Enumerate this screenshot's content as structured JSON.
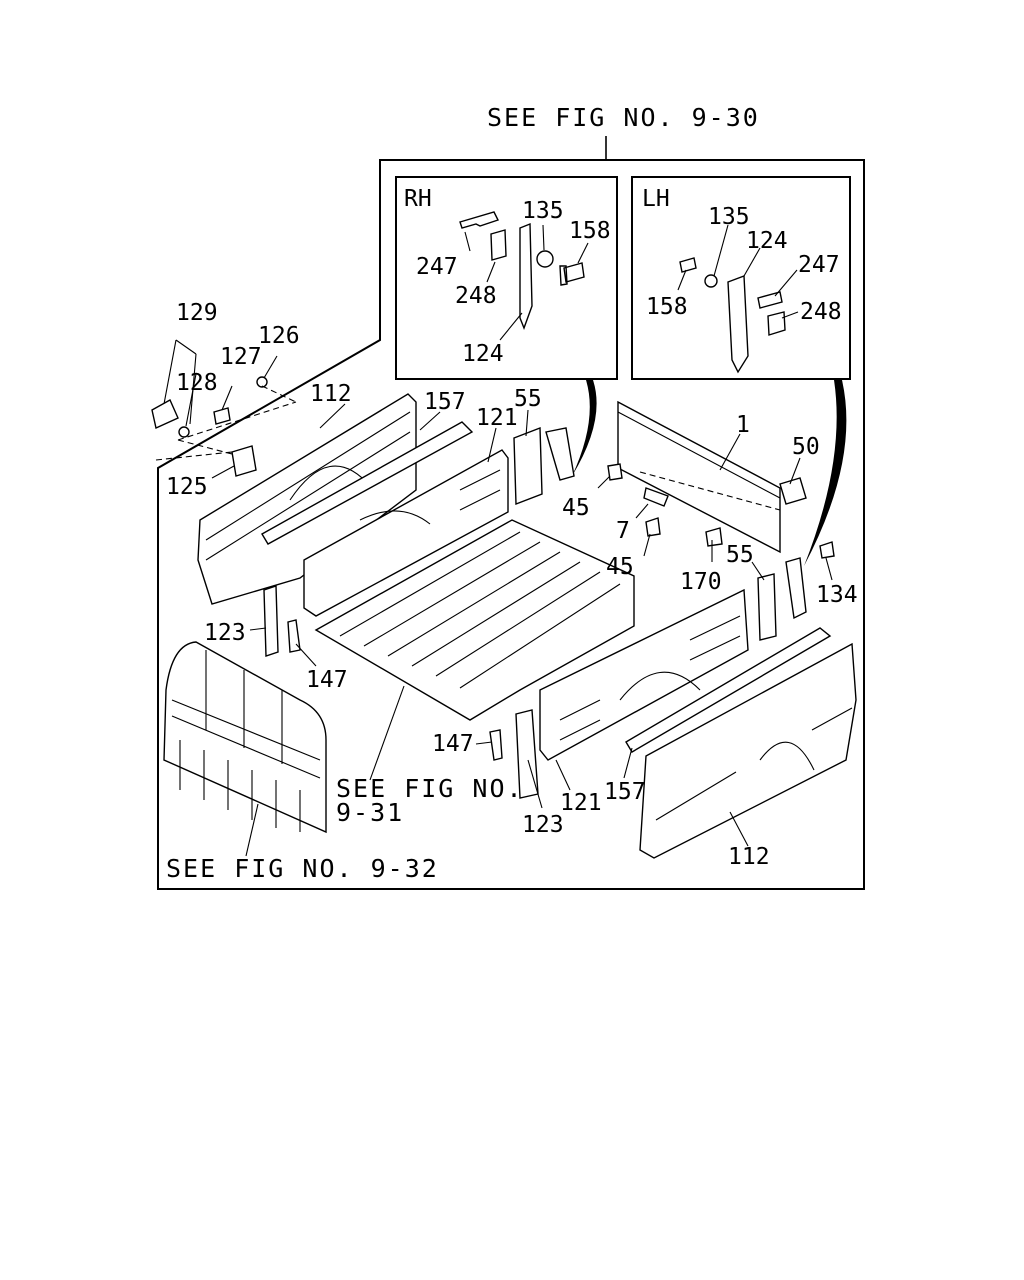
{
  "references": {
    "fig_9_30": "SEE FIG NO. 9-30",
    "fig_9_31_line1": "SEE FIG NO.",
    "fig_9_31_line2": "9-31",
    "fig_9_32": "SEE FIG NO. 9-32"
  },
  "insets": {
    "rh": {
      "title": "RH",
      "labels": {
        "p247": "247",
        "p248": "248",
        "p135": "135",
        "p158": "158",
        "p124": "124"
      }
    },
    "lh": {
      "title": "LH",
      "labels": {
        "p135": "135",
        "p124": "124",
        "p158": "158",
        "p247": "247",
        "p248": "248"
      }
    }
  },
  "callouts": {
    "c129": "129",
    "c126": "126",
    "c127": "127",
    "c128": "128",
    "c125": "125",
    "c112_left": "112",
    "c157_left": "157",
    "c121_left": "121",
    "c55_left": "55",
    "c45_top": "45",
    "c7": "7",
    "c45_bottom": "45",
    "c1": "1",
    "c50": "50",
    "c170": "170",
    "c55_right": "55",
    "c134": "134",
    "c123_left": "123",
    "c147_left": "147",
    "c147_right": "147",
    "c123_right": "123",
    "c121_right": "121",
    "c157_right": "157",
    "c112_right": "112"
  }
}
